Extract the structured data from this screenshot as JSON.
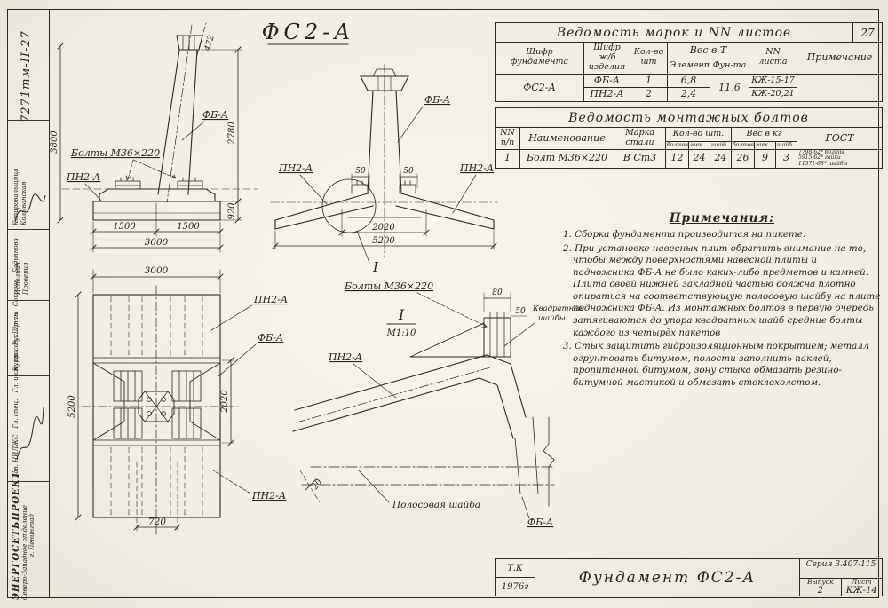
{
  "page": {
    "sheet_number": "27"
  },
  "side_strip": {
    "doc_number": "7271тм-II-27",
    "copier_role": "Копировальщица",
    "copier_name": "Колыванская",
    "roles1": [
      "Исполнил",
      "Проверил"
    ],
    "names": [
      "Курносов",
      "Штин",
      "Соколов",
      "Бадьянова"
    ],
    "roles2": [
      "Зав. НИЛЖС",
      "Гл. спец.",
      "Гл. инж. пр.",
      "Рук. гр-пы"
    ],
    "org": {
      "line1": "ЭНЕРГОСЕТЬПРОЕКТ",
      "line2": "Северо-Западное отделение",
      "line3": "г. Ленинград"
    }
  },
  "tables": {
    "marks": {
      "title": "Ведомость марок и NN листов",
      "col_fund": "Шифр фундамента",
      "col_item": "Шифр ж/б изделия",
      "col_qty": "Кол-во шт",
      "col_weight": "Вес в Т",
      "col_w_elem": "Элемента",
      "col_w_fund": "Фун-та",
      "col_sheet": "NN листа",
      "col_note": "Примечание",
      "fund_code": "ФС2-А",
      "rows": [
        {
          "item": "ФБ-А",
          "qty": "1",
          "w_elem": "6,8",
          "sheet": "КЖ-15-17"
        },
        {
          "item": "ПН2-А",
          "qty": "2",
          "w_elem": "2,4",
          "sheet": "КЖ-20,21"
        }
      ],
      "w_fund_total": "11,6"
    },
    "bolts": {
      "title": "Ведомость монтажных болтов",
      "col_nn": "NN п/п",
      "col_name": "Наименование",
      "col_steel": "Марка стали",
      "col_qty": "Кол-во шт.",
      "col_weight": "Вес в кг",
      "sub_bolts": "болтов",
      "sub_nuts": "гаек",
      "sub_washers": "шайб",
      "col_gost": "ГОСТ",
      "row": {
        "nn": "1",
        "name": "Болт М36×220",
        "steel": "В Ст3",
        "qty_bolts": "12",
        "qty_nuts": "24",
        "qty_washers": "24",
        "w_bolts": "26",
        "w_nuts": "9",
        "w_washers": "3",
        "gost_lines": [
          "7798-62* болты",
          "5915-62* гайки",
          "11371-68* шайбы"
        ]
      }
    }
  },
  "notes": {
    "title": "Примечания:",
    "items": [
      "1. Сборка фундамента производится на пикете.",
      "2. При установке навесных плит обратить внимание на то, чтобы между поверхностями навесной плиты и подножника ФБ-А не было каких-либо предметов и камней. Плита своей нижней закладной частью должна плотно опираться на соответствующую полосовую шайбу на плите подножника ФБ-А. Из монтажных болтов в первую очередь затягиваются до упора квадратных шайб средние болты каждого из четырёх пакетов",
      "3. Стык защитить гидроизоляционным покрытием; металл огрунтовать битумом, полости заполнить паклей, пропитанной битумом, зону стыка обмазать резино-битумной мастикой и обмазать стеклохолстом."
    ]
  },
  "title_block": {
    "tk": "Т.К",
    "year": "1976г",
    "drawing_title": "Фундамент ФС2-А",
    "series_label": "Серия",
    "series_value": "3.407-115",
    "issue_label": "Выпуск",
    "issue_value": "2",
    "sheet_label": "Лист",
    "sheet_value": "КЖ-14"
  },
  "drawing": {
    "main_title": "ФС2-А",
    "front": {
      "label_bolts": "Болты М36×220",
      "label_pn": "ПН2-А",
      "label_fb": "ФБ-А",
      "dim_472": "472",
      "dim_2780": "2780",
      "dim_920": "920",
      "dim_3800": "3800",
      "dim_1500a": "1500",
      "dim_1500b": "1500",
      "dim_3000": "3000"
    },
    "side": {
      "label_fb": "ФБ-А",
      "label_pn_left": "ПН2-А",
      "label_pn_right": "ПН2-А",
      "dim_50a": "50",
      "dim_50b": "50",
      "dim_2020": "2020",
      "dim_5200": "5200",
      "detail_mark": "I"
    },
    "plan": {
      "dim_3000": "3000",
      "dim_5200": "5200",
      "dim_2020": "2020",
      "dim_720": "720",
      "label_pn_top": "ПН2-А",
      "label_fb": "ФБ-А",
      "label_pn_bottom": "ПН2-А"
    },
    "detail": {
      "mark": "I",
      "scale": "М1:10",
      "label_bolts": "Болты М36×220",
      "label_pn": "ПН2-А",
      "label_sq1": "Квадратные",
      "label_sq2": "шайбы",
      "label_strip": "Полосовая шайба",
      "label_fb": "ФБ-А",
      "dim_80": "80",
      "dim_50": "50",
      "dim_20": "20"
    }
  }
}
